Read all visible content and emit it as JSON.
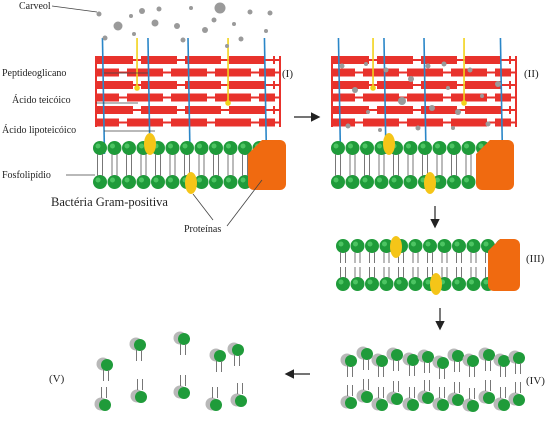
{
  "labels": {
    "carveol": "Carveol",
    "peptideoglicano": "Peptideoglicano",
    "acido_teicoico": "Ácido teicóico",
    "acido_lipoteicoico": "Ácido lipoteicóico",
    "fosfolipidio": "Fosfolipídio",
    "bacteria": "Bactéria Gram-positiva",
    "proteinas": "Proteínas"
  },
  "stages": [
    "(I)",
    "(II)",
    "(III)",
    "(IV)",
    "(V)"
  ],
  "colors": {
    "peptidoglycan": "#e8322c",
    "lipid_head": "#1f9b3a",
    "lipid_head_light": "#4cc462",
    "protein_orange": "#f06a10",
    "protein_yellow": "#f5c518",
    "teichoic_blue": "#2a86c8",
    "teichoic_yellow": "#f2d21a",
    "carveol_gray": "#9a9a9a",
    "ghost_gray": "#b8b8b8",
    "arrow": "#222222"
  }
}
